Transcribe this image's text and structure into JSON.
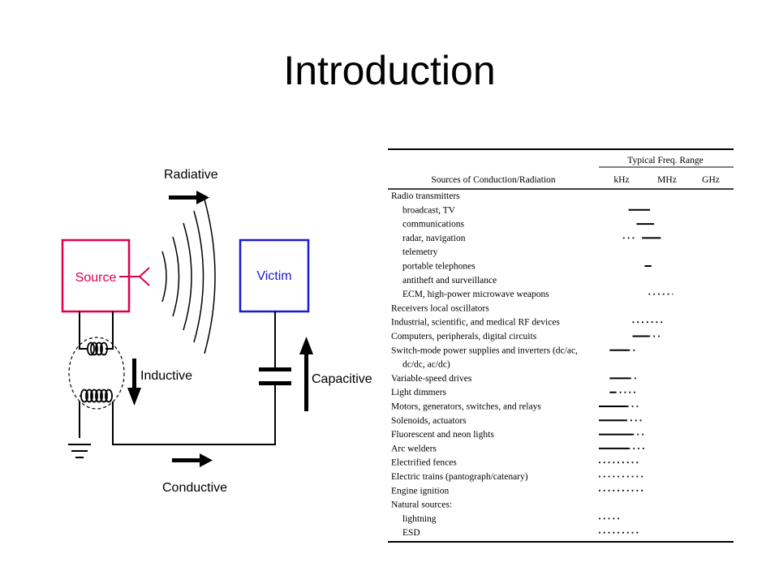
{
  "slide": {
    "title": "Introduction"
  },
  "diagram": {
    "source_label": "Source",
    "victim_label": "Victim",
    "radiative_label": "Radiative",
    "inductive_label": "Inductive",
    "capacitive_label": "Capacitive",
    "conductive_label": "Conductive",
    "colors": {
      "source": "#e0004a",
      "victim": "#1a1ad0",
      "arrow": "#000000"
    }
  },
  "table": {
    "header_group": "Typical Freq. Range",
    "header_sources": "Sources of Conduction/Radiation",
    "header_khz": "kHz",
    "header_mhz": "MHz",
    "header_ghz": "GHz",
    "rows": [
      {
        "label": "Radio transmitters",
        "indent": false,
        "bars": []
      },
      {
        "label": "broadcast, TV",
        "indent": true,
        "bars": [
          {
            "s": 0.22,
            "e": 0.38,
            "st": "solid"
          }
        ]
      },
      {
        "label": "communications",
        "indent": true,
        "bars": [
          {
            "s": 0.28,
            "e": 0.41,
            "st": "solid"
          }
        ]
      },
      {
        "label": "radar, navigation",
        "indent": true,
        "bars": [
          {
            "s": 0.18,
            "e": 0.28,
            "st": "dotted"
          },
          {
            "s": 0.32,
            "e": 0.46,
            "st": "solid"
          }
        ]
      },
      {
        "label": "telemetry",
        "indent": true,
        "bars": []
      },
      {
        "label": "portable telephones",
        "indent": true,
        "bars": [
          {
            "s": 0.34,
            "e": 0.39,
            "st": "solid"
          }
        ]
      },
      {
        "label": "antitheft and surveillance",
        "indent": true,
        "bars": []
      },
      {
        "label": "ECM, high-power microwave weapons",
        "indent": true,
        "bars": [
          {
            "s": 0.37,
            "e": 0.55,
            "st": "dotted"
          }
        ]
      },
      {
        "label": "Receivers local oscillators",
        "indent": false,
        "bars": []
      },
      {
        "label": "Industrial, scientific, and medical RF devices",
        "indent": false,
        "bars": [
          {
            "s": 0.25,
            "e": 0.48,
            "st": "dotted"
          }
        ]
      },
      {
        "label": "Computers, peripherals, digital circuits",
        "indent": false,
        "bars": [
          {
            "s": 0.25,
            "e": 0.37,
            "st": "solid"
          },
          {
            "s": 0.37,
            "e": 0.46,
            "st": "dotted"
          }
        ]
      },
      {
        "label": "Switch-mode power supplies and inverters (dc/ac,",
        "indent": false,
        "bars": [
          {
            "s": 0.08,
            "e": 0.22,
            "st": "solid"
          },
          {
            "s": 0.22,
            "e": 0.29,
            "st": "dotted"
          }
        ]
      },
      {
        "label": "dc/dc, ac/dc)",
        "indent": true,
        "bars": []
      },
      {
        "label": "Variable-speed drives",
        "indent": false,
        "bars": [
          {
            "s": 0.08,
            "e": 0.23,
            "st": "solid"
          },
          {
            "s": 0.23,
            "e": 0.28,
            "st": "dotted"
          }
        ]
      },
      {
        "label": "Light dimmers",
        "indent": false,
        "bars": [
          {
            "s": 0.08,
            "e": 0.12,
            "st": "solid"
          },
          {
            "s": 0.12,
            "e": 0.28,
            "st": "dotted"
          }
        ]
      },
      {
        "label": "Motors, generators, switches, and relays",
        "indent": false,
        "bars": [
          {
            "s": 0.0,
            "e": 0.21,
            "st": "solid"
          },
          {
            "s": 0.21,
            "e": 0.29,
            "st": "dotted"
          }
        ]
      },
      {
        "label": "Solenoids, actuators",
        "indent": false,
        "bars": [
          {
            "s": 0.0,
            "e": 0.2,
            "st": "solid"
          },
          {
            "s": 0.2,
            "e": 0.32,
            "st": "dotted"
          }
        ]
      },
      {
        "label": "Fluorescent and neon lights",
        "indent": false,
        "bars": [
          {
            "s": 0.0,
            "e": 0.25,
            "st": "solid"
          },
          {
            "s": 0.25,
            "e": 0.35,
            "st": "dotted"
          }
        ]
      },
      {
        "label": "Arc welders",
        "indent": false,
        "bars": [
          {
            "s": 0.0,
            "e": 0.22,
            "st": "solid"
          },
          {
            "s": 0.22,
            "e": 0.34,
            "st": "dotted"
          }
        ]
      },
      {
        "label": "Electrified fences",
        "indent": false,
        "bars": [
          {
            "s": 0.0,
            "e": 0.31,
            "st": "dotted"
          }
        ]
      },
      {
        "label": "Electric trains (pantograph/catenary)",
        "indent": false,
        "bars": [
          {
            "s": 0.0,
            "e": 0.34,
            "st": "dotted"
          }
        ]
      },
      {
        "label": "Engine ignition",
        "indent": false,
        "bars": [
          {
            "s": 0.0,
            "e": 0.34,
            "st": "dotted"
          }
        ]
      },
      {
        "label": "Natural sources:",
        "indent": false,
        "bars": []
      },
      {
        "label": "lightning",
        "indent": true,
        "bars": [
          {
            "s": 0.0,
            "e": 0.17,
            "st": "dotted"
          }
        ]
      },
      {
        "label": "ESD",
        "indent": true,
        "bars": [
          {
            "s": 0.0,
            "e": 0.31,
            "st": "dotted"
          }
        ]
      }
    ]
  }
}
